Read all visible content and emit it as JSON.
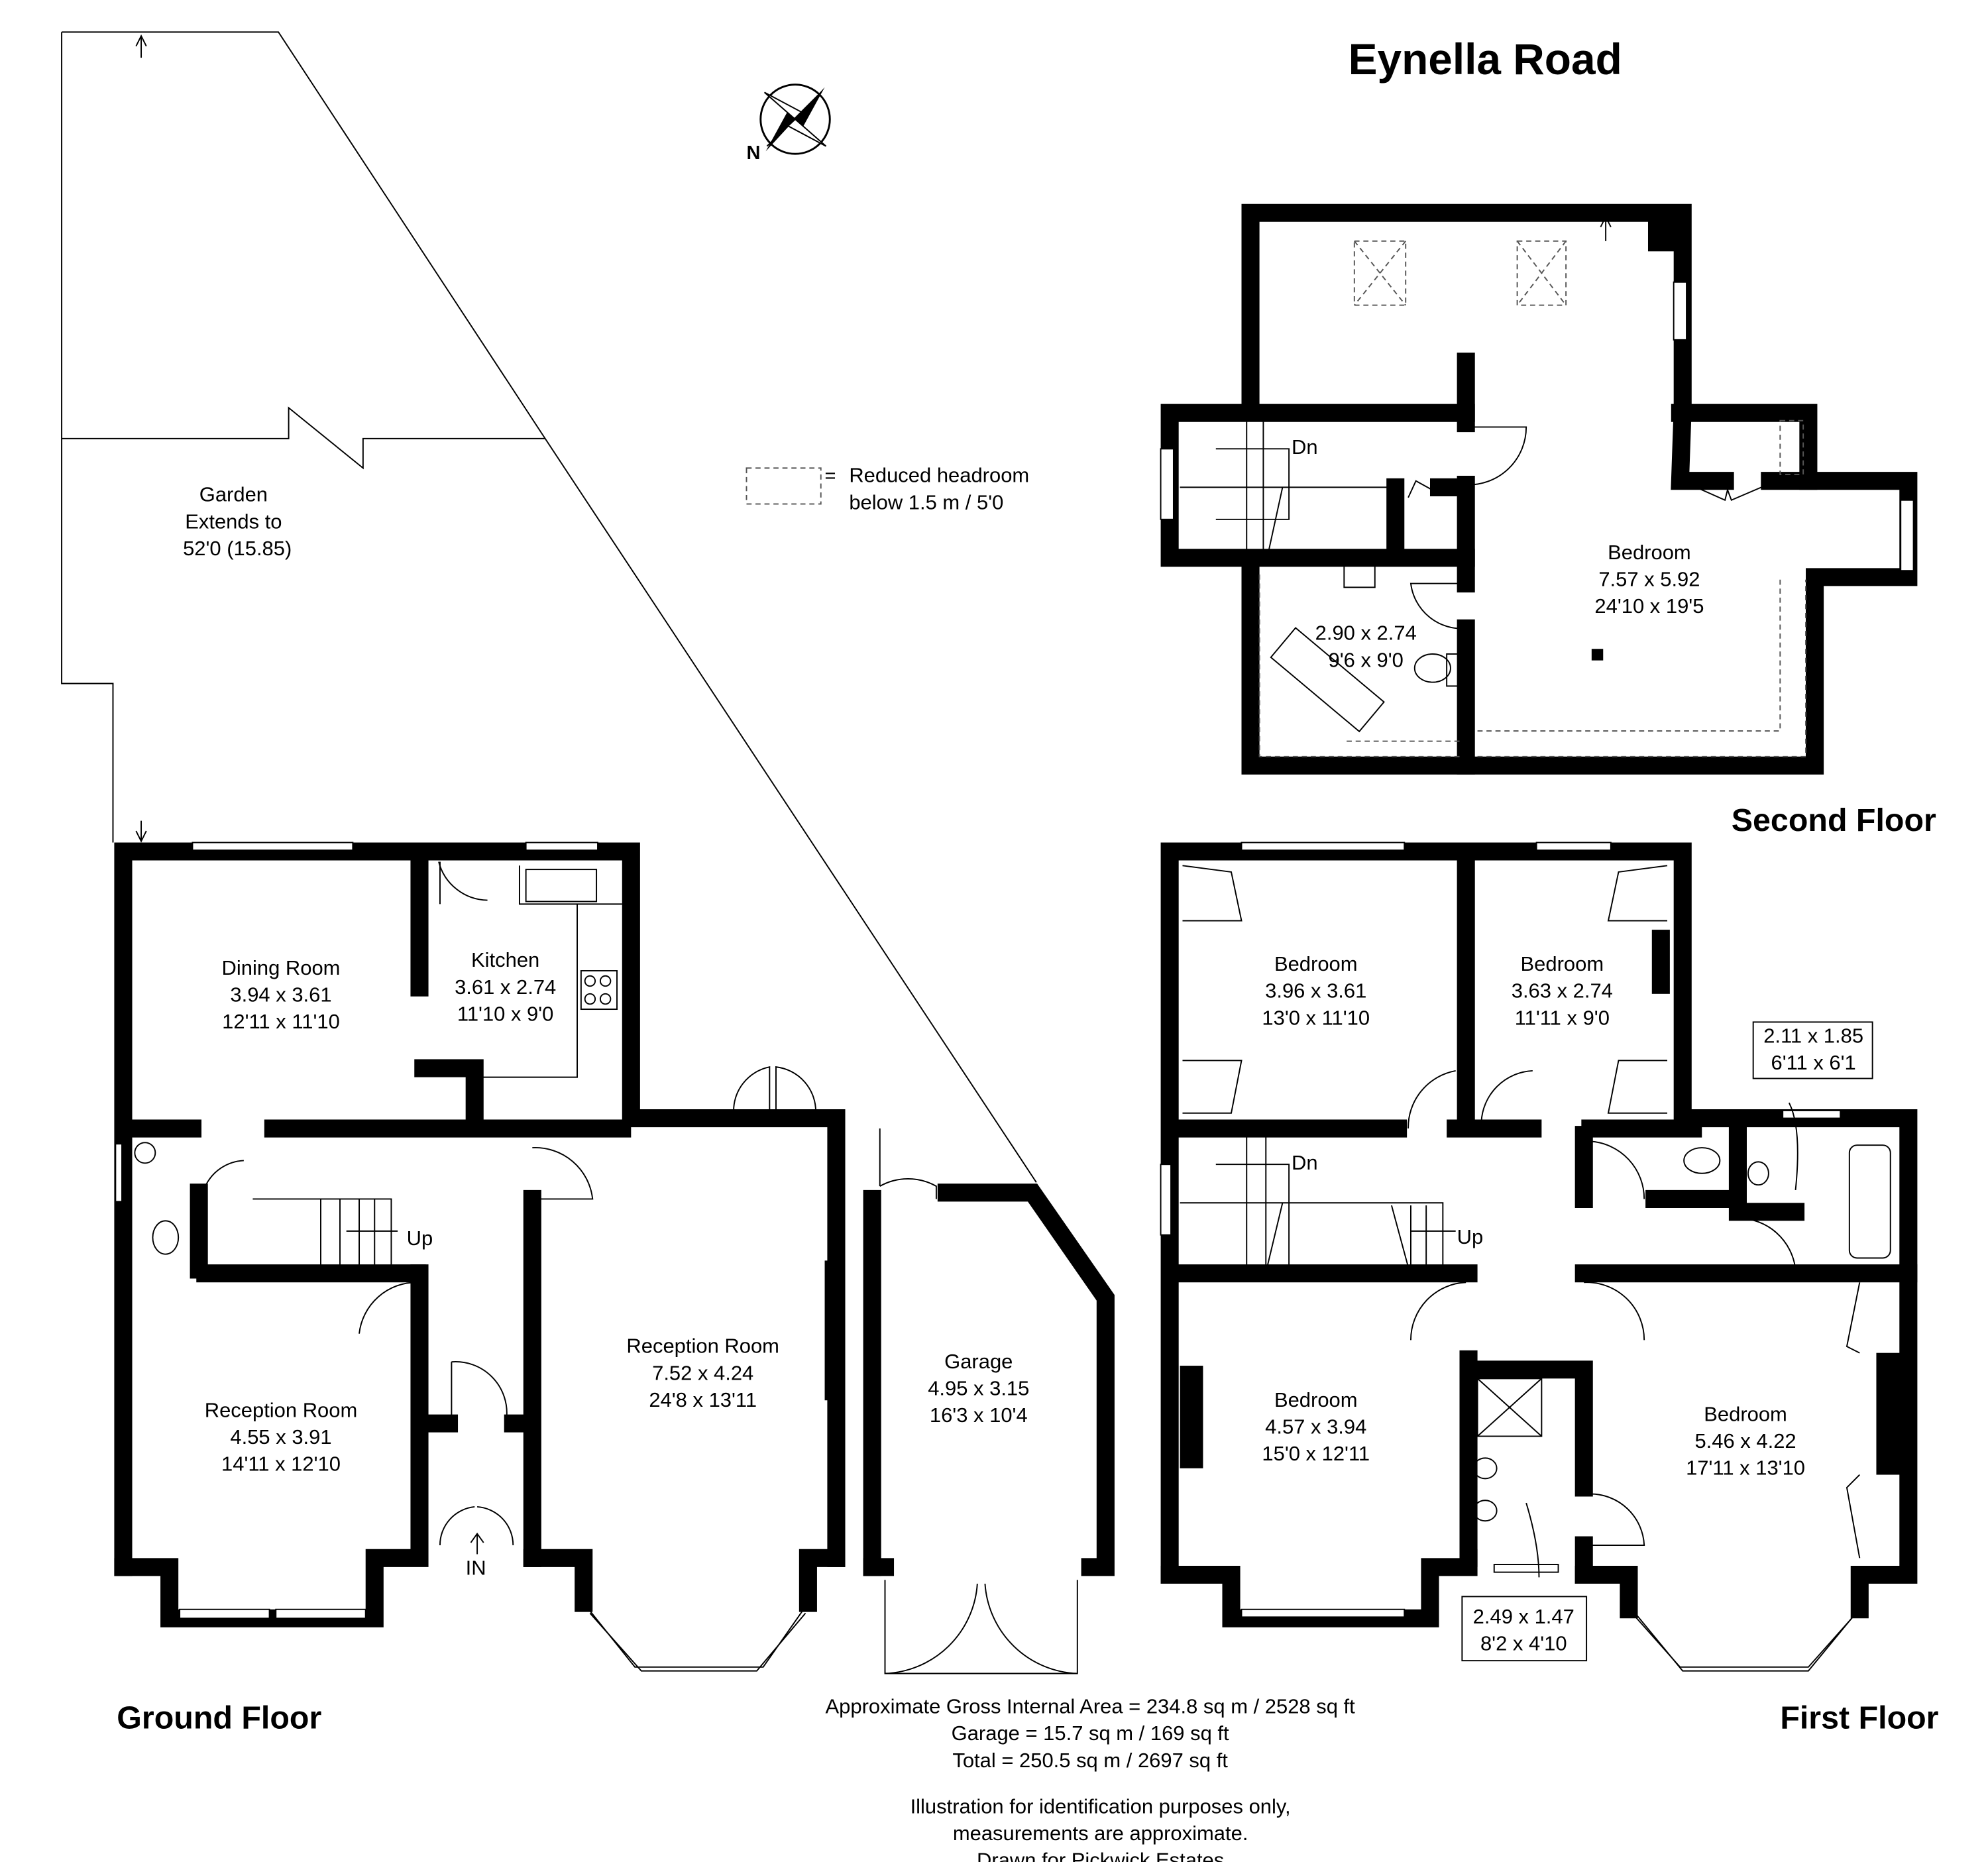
{
  "title": "Eynella Road",
  "compass": {
    "label": "N"
  },
  "legend": {
    "symbol": "=",
    "line1": "Reduced headroom",
    "line2": "below 1.5 m / 5'0"
  },
  "garden": {
    "line1": "Garden",
    "line2": "Extends to",
    "line3": "52'0 (15.85)"
  },
  "ground_floor": {
    "label": "Ground Floor",
    "rooms": [
      {
        "name": "Dining Room",
        "metric": "3.94 x 3.61",
        "imperial": "12'11 x 11'10"
      },
      {
        "name": "Kitchen",
        "metric": "3.61 x 2.74",
        "imperial": "11'10 x 9'0"
      },
      {
        "name": "Reception Room",
        "metric": "4.55 x 3.91",
        "imperial": "14'11 x 12'10"
      },
      {
        "name": "Reception Room",
        "metric": "7.52 x 4.24",
        "imperial": "24'8 x 13'11"
      },
      {
        "name": "Garage",
        "metric": "4.95 x 3.15",
        "imperial": "16'3 x 10'4"
      }
    ],
    "stairs": "Up",
    "entrance": "IN"
  },
  "first_floor": {
    "label": "First Floor",
    "rooms": [
      {
        "name": "Bedroom",
        "metric": "3.96 x 3.61",
        "imperial": "13'0 x 11'10"
      },
      {
        "name": "Bedroom",
        "metric": "3.63 x 2.74",
        "imperial": "11'11 x 9'0"
      },
      {
        "name": "Bedroom",
        "metric": "4.57 x 3.94",
        "imperial": "15'0 x 12'11"
      },
      {
        "name": "Bedroom",
        "metric": "5.46 x 4.22",
        "imperial": "17'11 x 13'10"
      }
    ],
    "bathroom_box": {
      "metric": "2.11 x 1.85",
      "imperial": "6'11 x 6'1"
    },
    "shower_box": {
      "metric": "2.49 x 1.47",
      "imperial": "8'2 x 4'10"
    },
    "stairs_down": "Dn",
    "stairs_up": "Up"
  },
  "second_floor": {
    "label": "Second Floor",
    "bedroom": {
      "name": "Bedroom",
      "metric": "7.57 x 5.92",
      "imperial": "24'10 x 19'5"
    },
    "bathroom": {
      "metric": "2.90 x 2.74",
      "imperial": "9'6 x 9'0"
    },
    "stairs_down": "Dn"
  },
  "areas": {
    "gross": "Approximate Gross Internal Area = 234.8 sq m / 2528 sq ft",
    "garage": "Garage = 15.7 sq m / 169 sq ft",
    "total": "Total = 250.5 sq m / 2697 sq ft"
  },
  "disclaimer": {
    "line1": "Illustration for identification purposes only,",
    "line2": "measurements are approximate.",
    "line3": "Drawn for Pickwick Estates"
  }
}
